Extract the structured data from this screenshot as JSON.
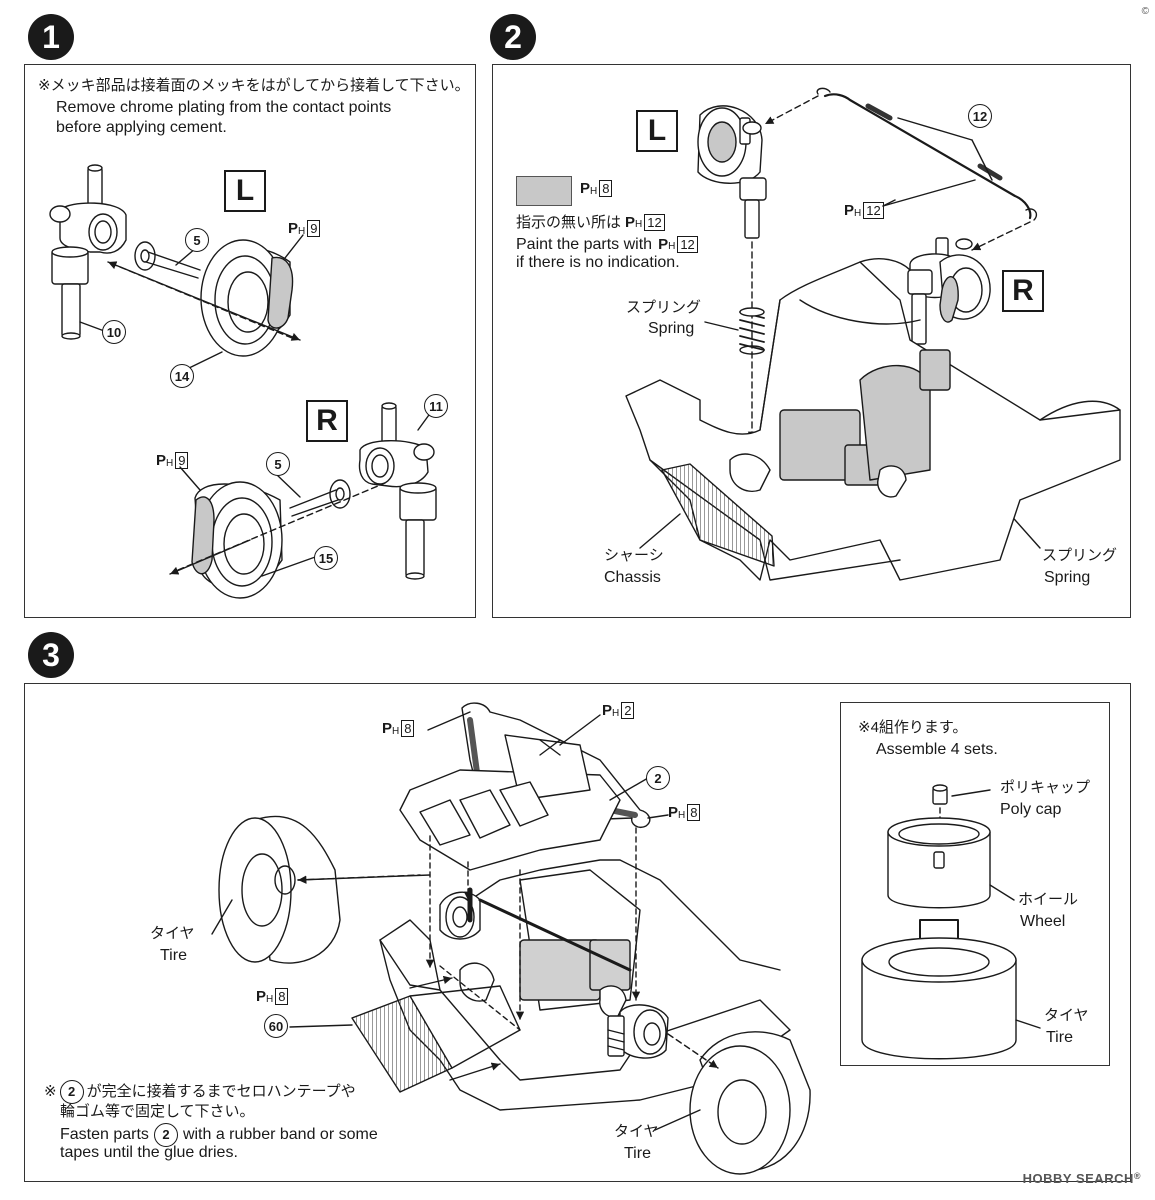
{
  "steps": {
    "s1": "1",
    "s2": "2",
    "s3": "3"
  },
  "step1": {
    "note_jp": "※メッキ部品は接着面のメッキをはがしてから接着して下さい。",
    "note_en_1": "Remove chrome plating from the contact points",
    "note_en_2": "before applying cement.",
    "side_L": "L",
    "side_R": "R",
    "ph_L": {
      "p": "P",
      "h": "H",
      "num": "9"
    },
    "ph_R": {
      "p": "P",
      "h": "H",
      "num": "9"
    },
    "parts": {
      "p5a": "5",
      "p10": "10",
      "p14": "14",
      "p5b": "5",
      "p11": "11",
      "p15": "15"
    }
  },
  "step2": {
    "side_L": "L",
    "side_R": "R",
    "swatch_ph": {
      "p": "P",
      "h": "H",
      "num": "8"
    },
    "paint_jp_prefix": "指示の無い所は",
    "paint_ph": {
      "p": "P",
      "h": "H",
      "num": "12"
    },
    "paint_en_1": "Paint the parts with",
    "paint_en_1_ph": {
      "p": "P",
      "h": "H",
      "num": "12"
    },
    "paint_en_2": "if there is no indication.",
    "spring_jp": "スプリング",
    "spring_en": "Spring",
    "spring2_jp": "スプリング",
    "spring2_en": "Spring",
    "chassis_jp": "シャーシ",
    "chassis_en": "Chassis",
    "part12": "12",
    "ph12": {
      "p": "P",
      "h": "H",
      "num": "12"
    }
  },
  "step3": {
    "ph_a": {
      "p": "P",
      "h": "H",
      "num": "8"
    },
    "ph_b": {
      "p": "P",
      "h": "H",
      "num": "2"
    },
    "ph_c": {
      "p": "P",
      "h": "H",
      "num": "8"
    },
    "ph_d": {
      "p": "P",
      "h": "H",
      "num": "8"
    },
    "part2": "2",
    "part60": "60",
    "tire_left_jp": "タイヤ",
    "tire_left_en": "Tire",
    "tire_right_jp": "タイヤ",
    "tire_right_en": "Tire",
    "bottom_note_jp_1_pre": "※",
    "bottom_note_part": "2",
    "bottom_note_jp_1_post": "が完全に接着するまでセロハンテープや",
    "bottom_note_jp_2": "輪ゴム等で固定して下さい。",
    "bottom_note_en_1_pre": "Fasten parts",
    "bottom_note_en_1_part": "2",
    "bottom_note_en_1_post": "with a rubber band or some",
    "bottom_note_en_2": "tapes until the glue dries.",
    "inset": {
      "note_jp": "※4組作ります。",
      "note_en": "Assemble 4 sets.",
      "polycap_jp": "ポリキャップ",
      "polycap_en": "Poly cap",
      "wheel_jp": "ホイール",
      "wheel_en": "Wheel",
      "tire_jp": "タイヤ",
      "tire_en": "Tire"
    }
  },
  "watermark": {
    "brand": "HOBBY SEARCH",
    "mark": "®"
  },
  "copyright": "©"
}
